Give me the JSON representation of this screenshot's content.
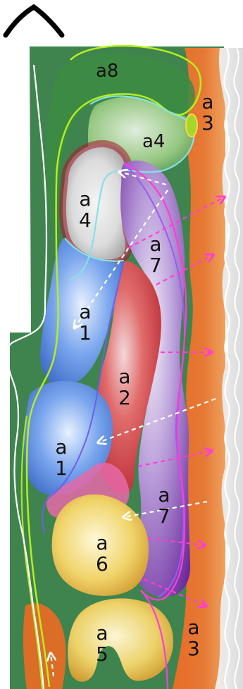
{
  "regions": [
    {
      "id": "a8-top",
      "label": "a8",
      "lines": [
        "a8"
      ]
    },
    {
      "id": "a4-upper",
      "label": "a4",
      "lines": [
        "a4"
      ]
    },
    {
      "id": "a3-top",
      "label": "a 3",
      "lines": [
        "a",
        "3"
      ]
    },
    {
      "id": "a4-left",
      "label": "a 4",
      "lines": [
        "a",
        "4"
      ]
    },
    {
      "id": "a7-upper",
      "label": "a 7",
      "lines": [
        "a",
        "7"
      ]
    },
    {
      "id": "a1-upper",
      "label": "a 1",
      "lines": [
        "a",
        "1"
      ]
    },
    {
      "id": "a2",
      "label": "a 2",
      "lines": [
        "a",
        "2"
      ]
    },
    {
      "id": "a1-lower",
      "label": "a 1",
      "lines": [
        "a",
        "1"
      ]
    },
    {
      "id": "a7-lower",
      "label": "a 7",
      "lines": [
        "a",
        "7"
      ]
    },
    {
      "id": "a6",
      "label": "a 6",
      "lines": [
        "a",
        "6"
      ]
    },
    {
      "id": "a5",
      "label": "a 5",
      "lines": [
        "a",
        "5"
      ]
    },
    {
      "id": "a3-bottom",
      "label": "a 3",
      "lines": [
        "a",
        "3"
      ]
    }
  ],
  "icons": {
    "orientation": "orientation-arch-icon"
  },
  "colors": {
    "outer_green": "#3f8f4a",
    "orange": "#e66f2a",
    "blue": "#3b73d6",
    "red": "#d43a3a",
    "yellow": "#f0d55d",
    "purple": "#7b3fb2",
    "green_line": "#b6ef1d",
    "cyan_line": "#86e1e6",
    "magenta_line": "#ff3dd7",
    "white_line": "#ffffff"
  }
}
